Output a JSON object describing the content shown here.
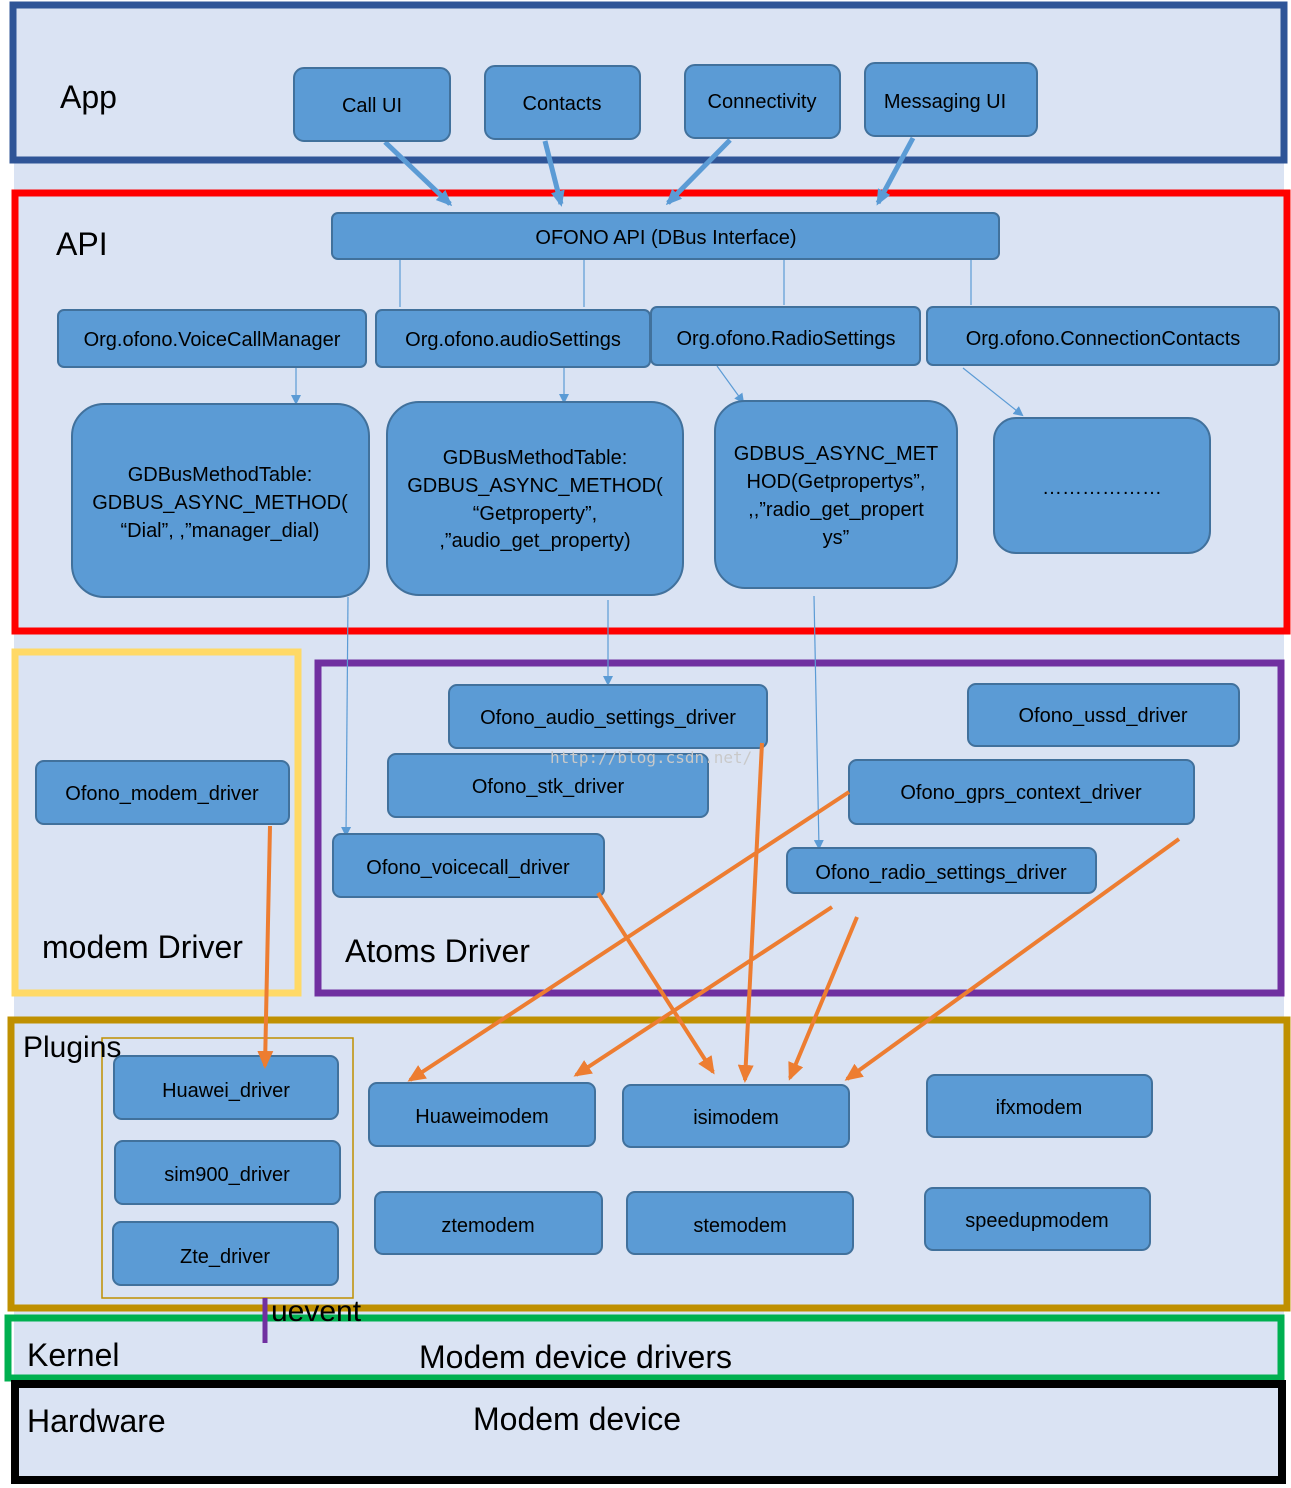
{
  "layers": {
    "app": "App",
    "api": "API",
    "modem_driver": "modem Driver",
    "atoms_driver": "Atoms Driver",
    "plugins": "Plugins",
    "kernel": "Kernel",
    "hardware": "Hardware"
  },
  "app_boxes": [
    "Call UI",
    "Contacts",
    "Connectivity",
    "Messaging UI"
  ],
  "api": {
    "ofono_api": "OFONO API (DBus Interface)",
    "interfaces": [
      "Org.ofono.VoiceCallManager",
      "Org.ofono.audioSettings",
      "Org.ofono.RadioSettings",
      "Org.ofono.ConnectionContacts"
    ],
    "method_tables": [
      [
        "GDBusMethodTable:",
        "GDBUS_ASYNC_METHOD(",
        "“Dial”, ,”manager_dial)"
      ],
      [
        "GDBusMethodTable:",
        "GDBUS_ASYNC_METHOD(",
        "“Getproperty”,",
        ",”audio_get_property)"
      ],
      [
        "GDBUS_ASYNC_MET",
        "HOD(Getpropertys”,",
        ",,”radio_get_propert",
        "ys”"
      ],
      [
        "………………"
      ]
    ]
  },
  "modem_drivers": [
    "Ofono_modem_driver"
  ],
  "atom_drivers": {
    "audio_settings": "Ofono_audio_settings_driver",
    "ussd": "Ofono_ussd_driver",
    "stk": "Ofono_stk_driver",
    "gprs_context": "Ofono_gprs_context_driver",
    "voicecall": "Ofono_voicecall_driver",
    "radio_settings": "Ofono_radio_settings_driver"
  },
  "plugin_drivers": [
    "Huawei_driver",
    "sim900_driver",
    "Zte_driver"
  ],
  "plugin_modems": {
    "huaweimodem": "Huaweimodem",
    "isimodem": "isimodem",
    "ifxmodem": "ifxmodem",
    "ztemodem": "ztemodem",
    "stemodem": "stemodem",
    "speedupmodem": "speedupmodem"
  },
  "uevent": "uevent",
  "kernel_text": "Modem device  drivers",
  "hardware_text": "Modem device",
  "watermark": "http://blog.csdn.net/",
  "colors": {
    "app": "#2f5597",
    "api": "#ff0000",
    "modem_driver": "#ffd966",
    "atoms_driver": "#7030a0",
    "plugins": "#bf9000",
    "kernel": "#00b050",
    "hardware": "#000000",
    "box_fill": "#5b9bd5",
    "box_stroke": "#41719c",
    "panel": "#dae3f3",
    "orange_arrow": "#ed7d31"
  }
}
